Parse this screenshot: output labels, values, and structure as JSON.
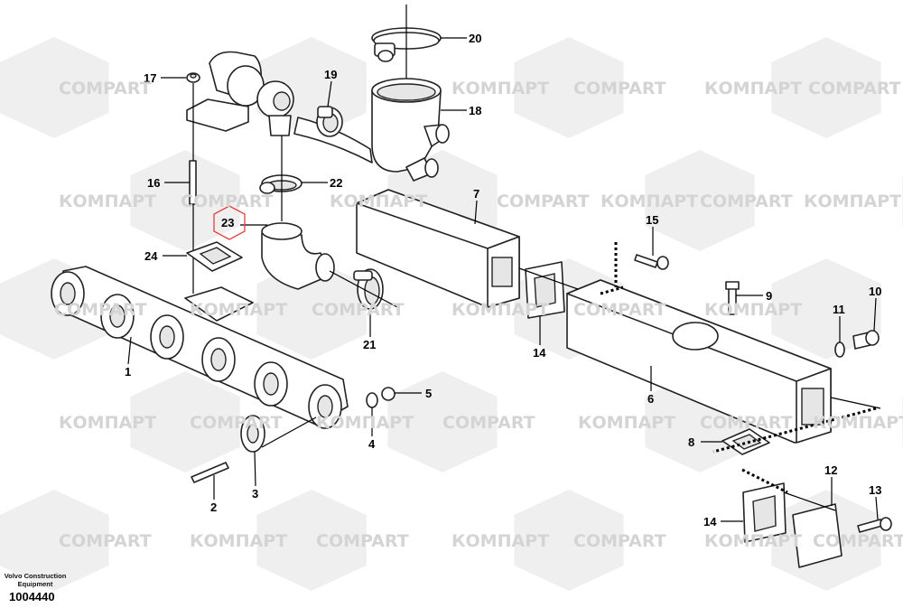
{
  "diagram": {
    "manufacturer": "Volvo Construction Equipment",
    "drawing_number": "1004440",
    "watermark_ru": "КОМПАРТ",
    "watermark_en": "COMPART",
    "callouts": [
      "1",
      "2",
      "3",
      "4",
      "5",
      "6",
      "7",
      "8",
      "9",
      "10",
      "11",
      "12",
      "13",
      "14",
      "15",
      "16",
      "17",
      "18",
      "19",
      "20",
      "21",
      "22",
      "23",
      "24"
    ],
    "highlight_color": "#e0403a"
  }
}
